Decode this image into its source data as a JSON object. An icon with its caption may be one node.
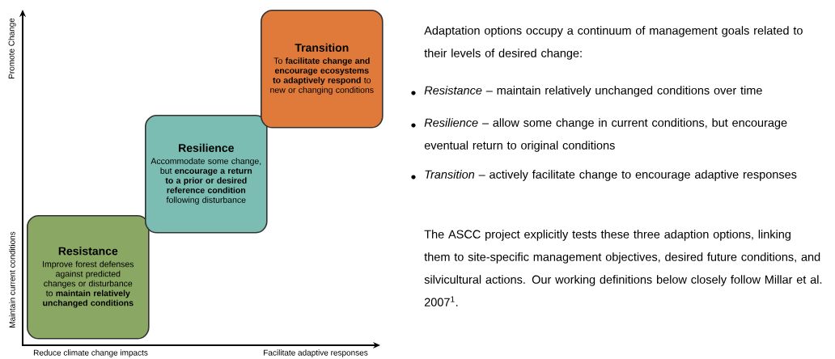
{
  "diagram": {
    "nodes": [
      {
        "text": [
          "Resistance",
          "Improve forest defenses against predicted changes or disturbance to **maintain relatively unchanged conditions**"
        ]
      },
      {
        "text": [
          "Resilience",
          "Accommodate some change, but **encourage a return to a prior or desired reference condition** following disturbance"
        ]
      },
      {
        "text": [
          "Transition",
          "To **facilitate change and encourage ecosystems to adaptively respond** to new or changing conditions"
        ]
      }
    ],
    "labels": [
      "Promote Change",
      "Maintain current conditions",
      "Reduce climate change impacts",
      "Facilitate adaptive responses",
      "Adaptation options occupy a continuum of management goals related to their levels of desired change:",
      "*Resistance* – maintain relatively unchanged conditions over time",
      "*Resilience* – allow some change in current conditions, but encourage eventual return to original conditions",
      "*Transition* – actively facilitate change to encourage adaptive responses",
      "The ASCC project explicitly tests these three adaption options, linking them to site-specific management objectives, desired future conditions, and silvicultural actions. Our working definitions below closely follow Millar et al. 2007$^{1}$."
    ]
  }
}
